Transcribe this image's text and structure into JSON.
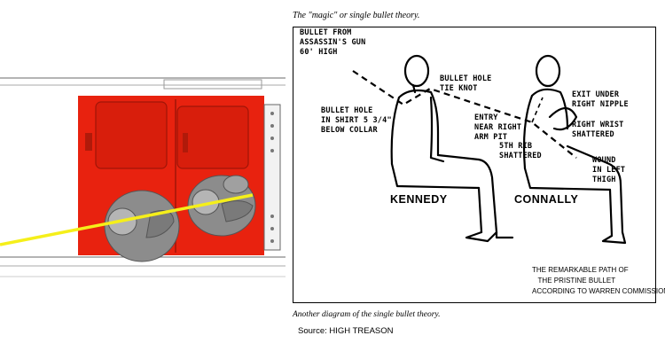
{
  "header": {
    "caption": "The \"magic\" or single bullet theory."
  },
  "labels": {
    "bullet_from": "BULLET FROM\nASSASSIN'S GUN\n60' HIGH",
    "bullet_hole_tie": "BULLET HOLE\nTIE KNOT",
    "bullet_hole_shirt": "BULLET HOLE\nIN SHIRT 5 3/4\"\nBELOW COLLAR",
    "exit": "EXIT UNDER\nRIGHT NIPPLE",
    "right_wrist": "RIGHT WRIST\nSHATTERED",
    "entry": "ENTRY\nNEAR RIGHT\nARM PIT",
    "rib": "5TH RIB\nSHATTERED",
    "wound": "WOUND\nIN LEFT\nTHIGH",
    "kennedy": "KENNEDY",
    "connally": "CONNALLY"
  },
  "remark": "THE REMARKABLE PATH OF\n   THE PRISTINE BULLET\nACCORDING TO WARREN COMMISSION",
  "footer": {
    "caption": "Another diagram of the single bullet theory.",
    "source": "Source:  HIGH TREASON"
  },
  "colors": {
    "car_red": "#e8220f",
    "figure_gray": "#8c8c8c",
    "bullet_yellow": "#f5ef1a"
  }
}
